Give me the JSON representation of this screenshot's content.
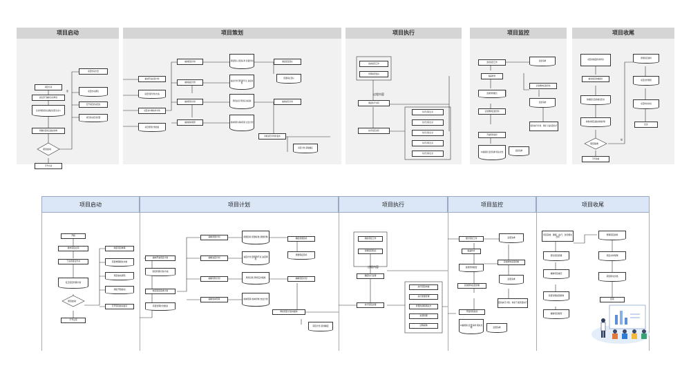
{
  "top_panels": [
    {
      "title": "项目启动"
    },
    {
      "title": "项目策划"
    },
    {
      "title": "项目执行"
    },
    {
      "title": "项目监控"
    },
    {
      "title": "项目收尾"
    }
  ],
  "top_labels": {
    "exec_process": "过程内容",
    "no_label": "否",
    "yes_label": "是"
  },
  "bottom_headers": [
    {
      "title": "项目启动"
    },
    {
      "title": "项目计划"
    },
    {
      "title": "项目执行"
    },
    {
      "title": "项目监控"
    },
    {
      "title": "项目收尾"
    }
  ],
  "bottom_labels": {
    "exec_process": "过程内容"
  }
}
